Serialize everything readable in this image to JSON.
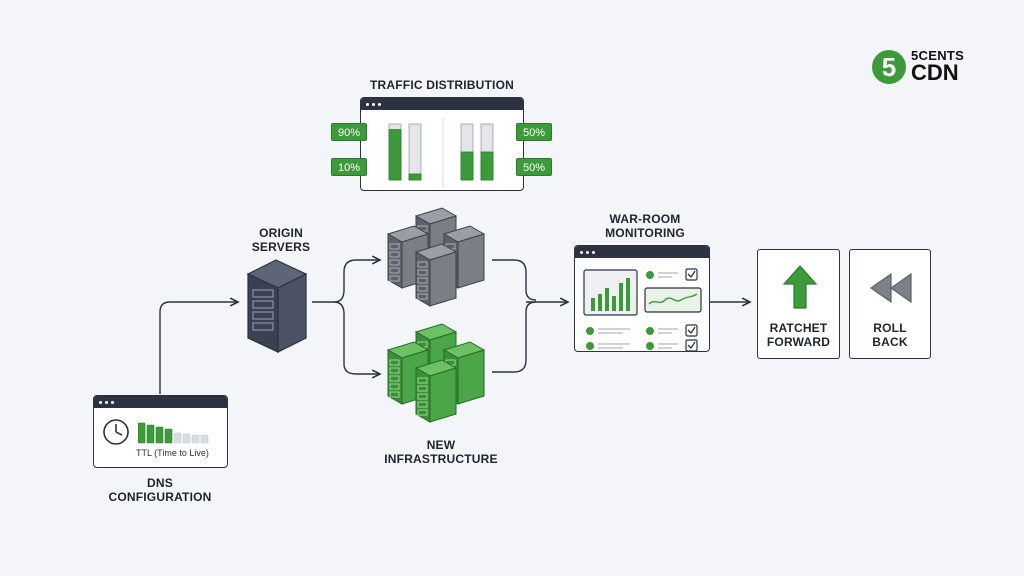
{
  "brand": {
    "line1": "5CENTS",
    "line2": "CDN",
    "digit": "5"
  },
  "traffic": {
    "title": "TRAFFIC DISTRIBUTION",
    "left": {
      "top_tag": "90%",
      "bottom_tag": "10%",
      "bars": [
        0.9,
        0.1
      ]
    },
    "right": {
      "top_tag": "50%",
      "bottom_tag": "50%",
      "bars": [
        0.5,
        0.5
      ]
    }
  },
  "origin": {
    "label_line1": "ORIGIN",
    "label_line2": "SERVERS"
  },
  "new_infra": {
    "label_line1": "NEW",
    "label_line2": "INFRASTRUCTURE"
  },
  "dns": {
    "label_line1": "DNS",
    "label_line2": "CONFIGURATION",
    "ttl_text": "TTL (Time to Live)"
  },
  "monitoring": {
    "title_line1": "WAR-ROOM",
    "title_line2": "MONITORING"
  },
  "actions": {
    "ratchet": {
      "line1": "RATCHET",
      "line2": "FORWARD"
    },
    "rollback": {
      "line1": "ROLL",
      "line2": "BACK"
    }
  },
  "colors": {
    "green": "#3d9a3b",
    "dark": "#2c3240",
    "gray": "#6e7178",
    "bg": "#f3f5f9"
  }
}
